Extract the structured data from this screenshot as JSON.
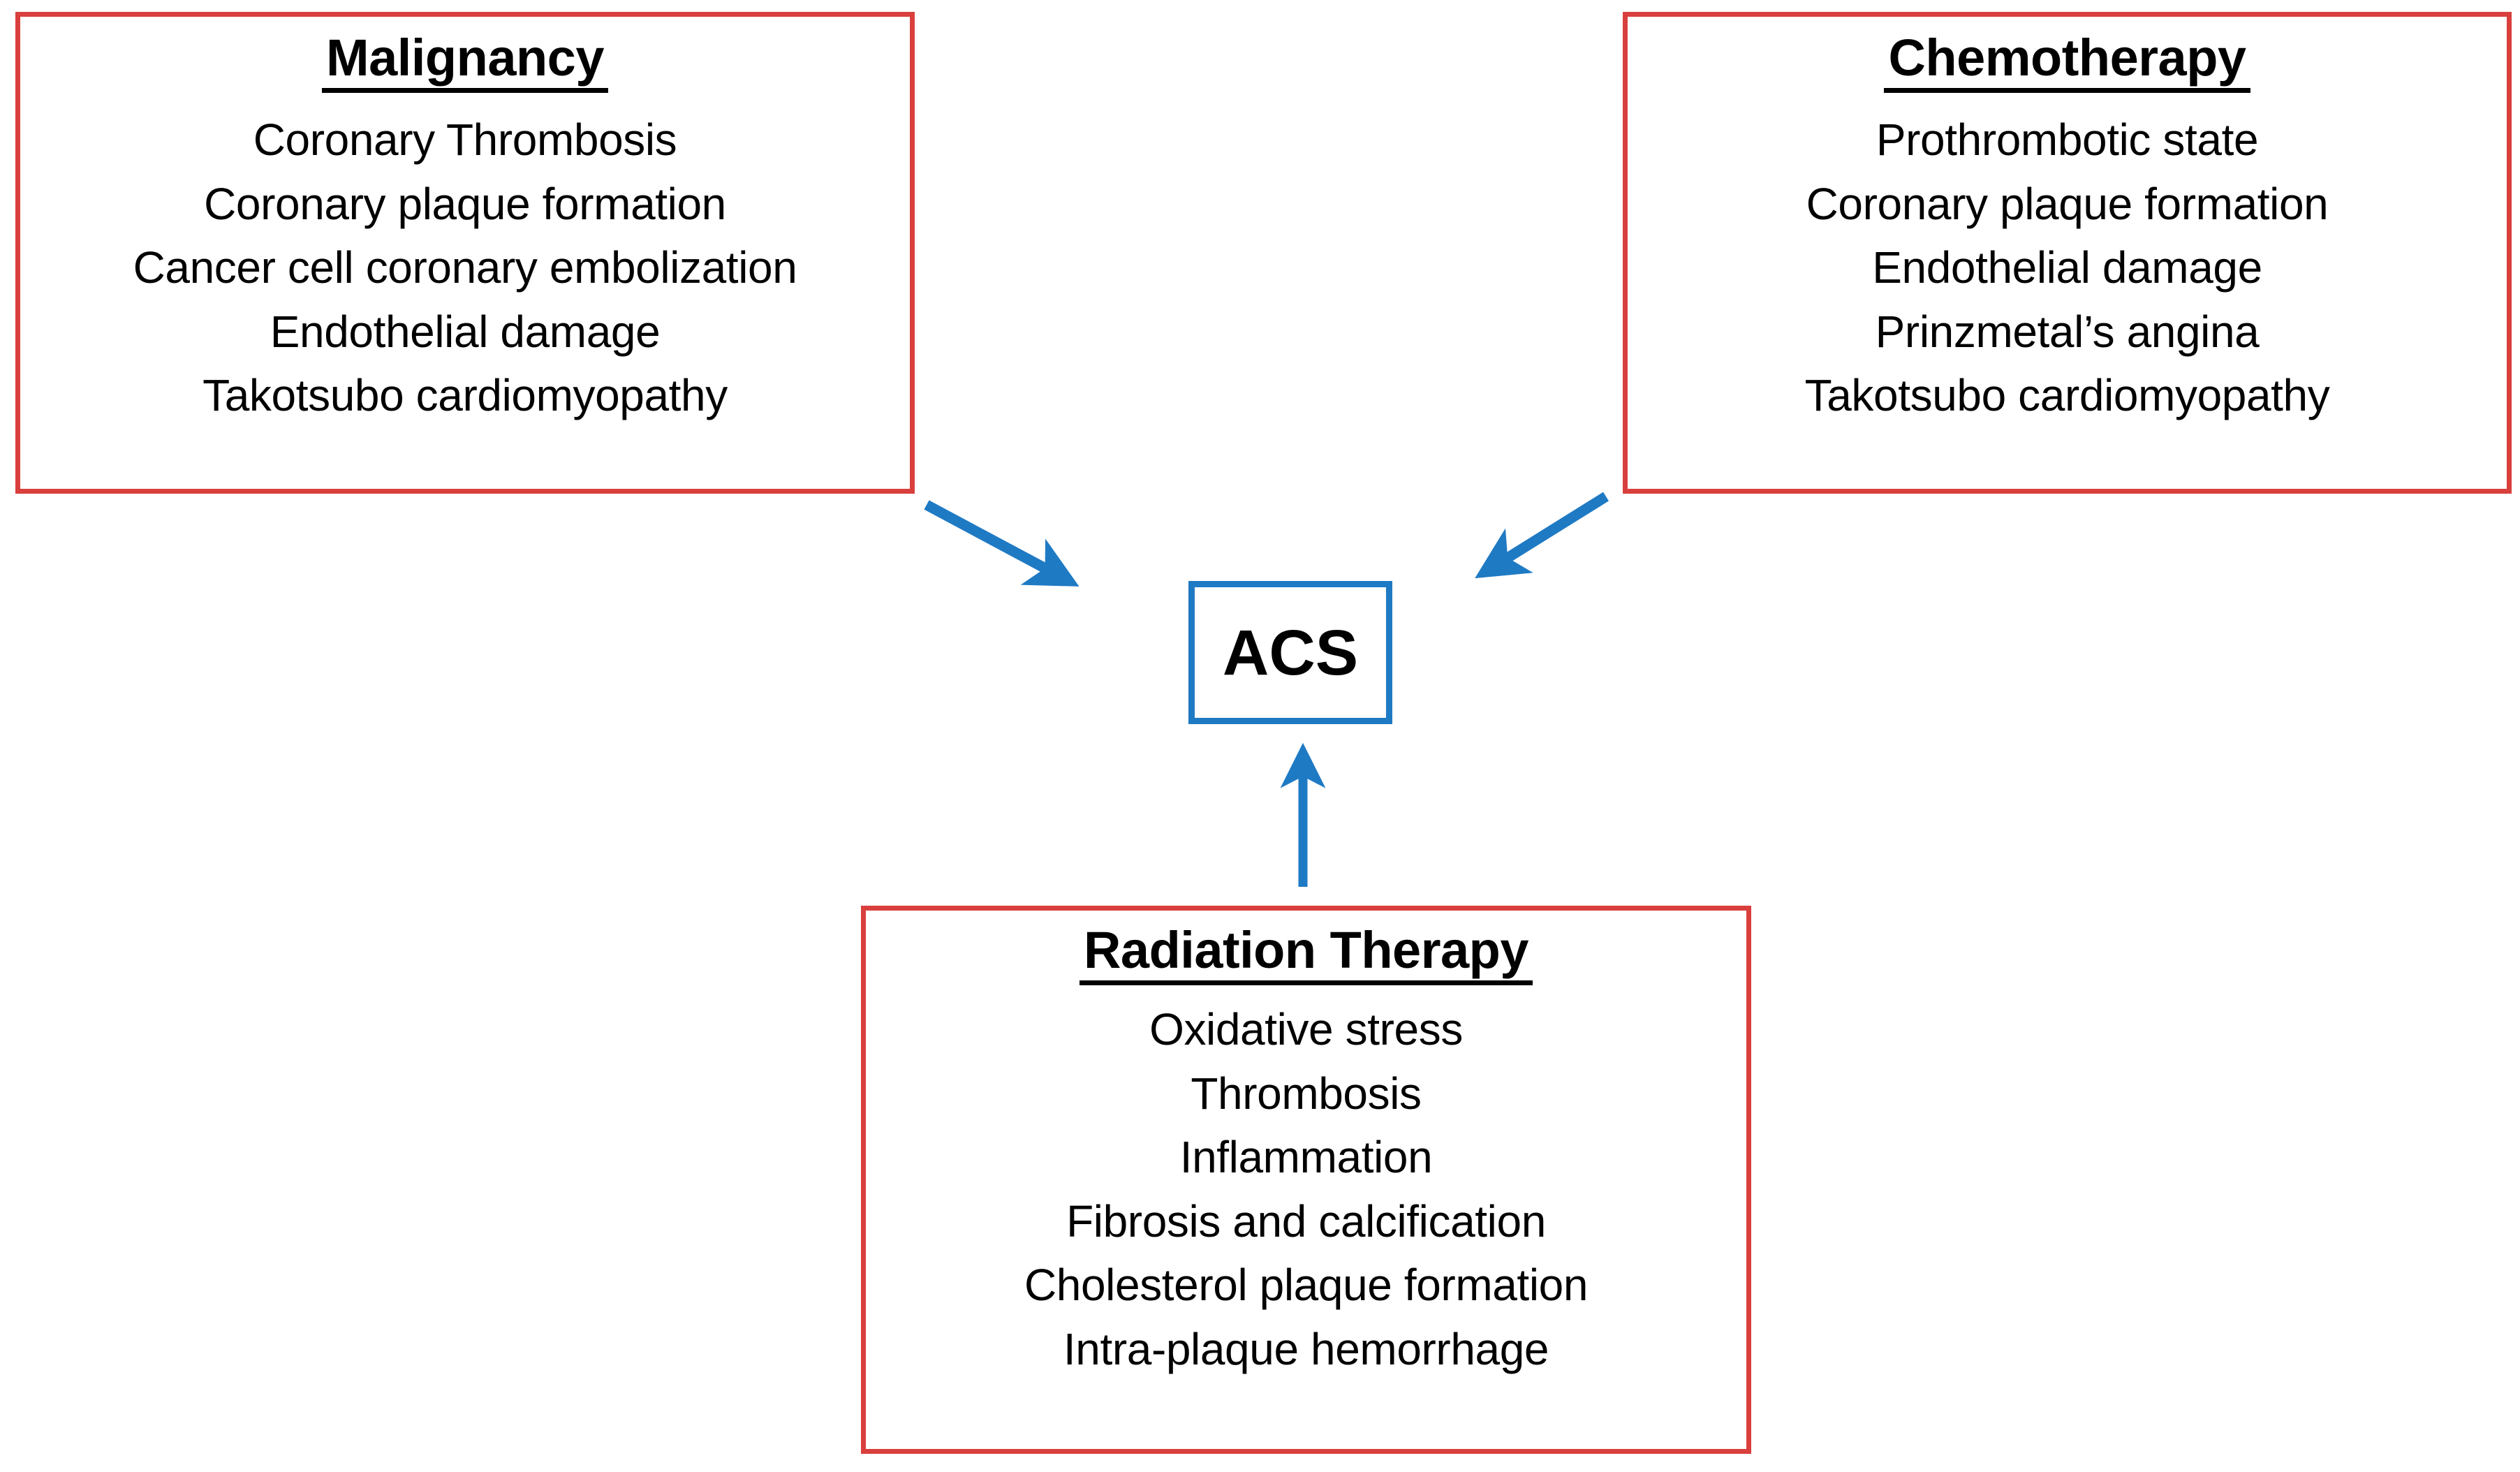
{
  "diagram": {
    "title_visible": false,
    "colors": {
      "box_border_red": "#d9403d",
      "acs_border_blue": "#1f7ac4",
      "arrow_blue": "#1f7ac4",
      "text": "#000000",
      "background": "#ffffff"
    }
  },
  "center": {
    "label": "ACS"
  },
  "boxes": [
    {
      "id": "malignancy",
      "title": "Malignancy",
      "items": [
        "Coronary Thrombosis",
        "Coronary plaque formation",
        "Cancer cell coronary embolization",
        "Endothelial damage",
        "Takotsubo cardiomyopathy"
      ]
    },
    {
      "id": "chemotherapy",
      "title": "Chemotherapy",
      "items": [
        "Prothrombotic state",
        "Coronary plaque formation",
        "Endothelial damage",
        "Prinzmetal’s angina",
        "Takotsubo cardiomyopathy"
      ]
    },
    {
      "id": "radiation",
      "title": "Radiation Therapy",
      "items": [
        "Oxidative stress",
        "Thrombosis",
        "Inflammation",
        "Fibrosis and calcification",
        "Cholesterol plaque formation",
        "Intra-plaque hemorrhage"
      ]
    }
  ],
  "arrows": [
    {
      "id": "malignancy-to-acs",
      "from": "malignancy",
      "to": "ACS",
      "direction": "down-right"
    },
    {
      "id": "chemotherapy-to-acs",
      "from": "chemotherapy",
      "to": "ACS",
      "direction": "down-left"
    },
    {
      "id": "radiation-to-acs",
      "from": "radiation",
      "to": "ACS",
      "direction": "up"
    }
  ]
}
